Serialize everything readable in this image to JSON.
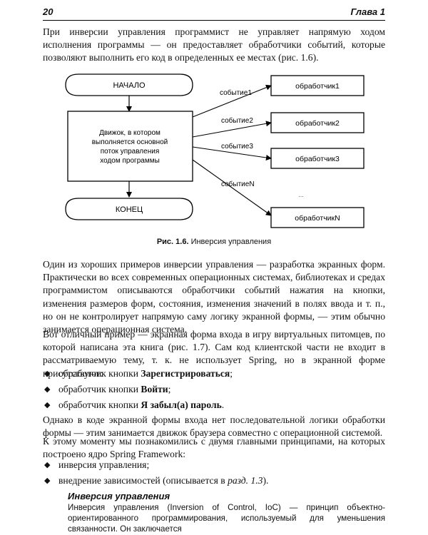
{
  "header": {
    "page_number": "20",
    "chapter": "Глава 1"
  },
  "intro": "При инверсии управления программист не управляет напрямую ходом исполнения программы — он предоставляет обработчики событий, которые позволяют выполнить его код в определенных ее местах (рис. 1.6).",
  "diagram": {
    "start": "НАЧАЛО",
    "end": "КОНЕЦ",
    "engine": [
      "Движок, в котором",
      "выполняется основной",
      "поток управления",
      "ходом программы"
    ],
    "events": [
      "событие1",
      "событие2",
      "событие3",
      "событиеN"
    ],
    "handlers": [
      "обработчик1",
      "обработчик2",
      "обработчик3",
      "обработчикN"
    ],
    "ellipsis": "..."
  },
  "caption": {
    "label": "Рис. 1.6.",
    "text": " Инверсия управления"
  },
  "para2": "Один из хороших примеров инверсии управления — разработка экранных форм. Практически во всех современных операционных системах, библиотеках и средах программистом описываются обработчики событий нажатия на кнопки, изменения размеров форм, состояния, изменения значений в полях ввода и т. п., но он не контролирует напрямую саму логику экранной формы, — этим обычно занимается операционная система.",
  "para3": "Вот отличный пример — экранная форма входа в игру виртуальных питомцев, по которой написана эта книга (рис. 1.7). Сам код клиентской части не входит в рассматриваемую тему, т. к. не использует Spring, но в экранной форме присутствуют:",
  "handlers_list": [
    {
      "prefix": "обработчик кнопки ",
      "bold": "Зарегистрироваться",
      "suffix": ";"
    },
    {
      "prefix": "обработчик кнопки ",
      "bold": "Войти",
      "suffix": ";"
    },
    {
      "prefix": "обработчик кнопки ",
      "bold": "Я забыл(а) пароль",
      "suffix": "."
    }
  ],
  "para4": "Однако в коде экранной формы входа нет последовательной логики обработки формы — этим занимается движок браузера совместно с операционной системой.",
  "para5": "К этому моменту мы познакомились с двумя главными принципами, на которых построено ядро Spring Framework:",
  "principles": [
    {
      "text": "инверсия управления;"
    },
    {
      "text": "внедрение зависимостей (описывается в ",
      "italic": "разд. 1.3",
      "suffix": ")."
    }
  ],
  "bullet_glyph": "◆",
  "sidebar": {
    "title": "Инверсия управления",
    "text": "Инверсия управления (Inversion of Control, IoC) — принцип объектно-ориентированного программирования, используемый для уменьшения связанности. Он заключается"
  }
}
